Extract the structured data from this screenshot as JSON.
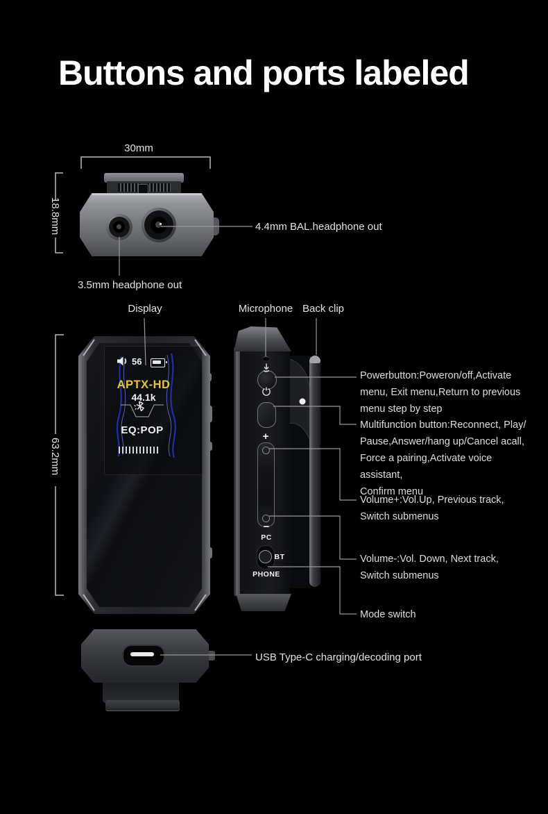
{
  "title": "Buttons and ports labeled",
  "colors": {
    "background": "#000000",
    "codec_accent": "#e8c537",
    "screen_wave_blue": "#2733c4",
    "label_text": "#e2e3e5"
  },
  "top_view": {
    "width_dim": "30mm",
    "height_dim": "18.8mm",
    "jack_44_label": "4.4mm BAL.headphone out",
    "jack_35_label": "3.5mm headphone out"
  },
  "front_view": {
    "display_label": "Display",
    "height_dim": "63.2mm",
    "screen": {
      "volume_level": "56",
      "codec": "APTX-HD",
      "sample_rate": "44.1k",
      "eq_mode": "EQ:POP",
      "icons": [
        "speaker-icon",
        "battery-icon",
        "bluetooth-icon",
        "volume-bar-meter"
      ]
    }
  },
  "side_view": {
    "microphone_label": "Microphone",
    "back_clip_label": "Back clip",
    "volume_plus": "+",
    "volume_minus": "−",
    "mode_labels": {
      "pc": "PC",
      "bt": "BT",
      "phone": "PHONE"
    }
  },
  "bottom_view": {
    "usb_label": "USB Type-C charging/decoding port"
  },
  "callouts": {
    "power": {
      "l1": "Powerbutton:Poweron/off,Activate",
      "l2": "menu, Exit menu,Return to previous",
      "l3": "menu step by step"
    },
    "multifunction": {
      "l1": "Multifunction button:Reconnect, Play/",
      "l2": "Pause,Answer/hang up/Cancel acall,",
      "l3": "Force a pairing,Activate voice assistant,",
      "l4": "Confirm menu"
    },
    "volume_up": {
      "l1": "Volume+:Vol.Up, Previous track,",
      "l2": "Switch submenus"
    },
    "volume_down": {
      "l1": "Volume-:Vol. Down, Next track,",
      "l2": "Switch submenus"
    },
    "mode": {
      "l1": "Mode switch"
    }
  }
}
